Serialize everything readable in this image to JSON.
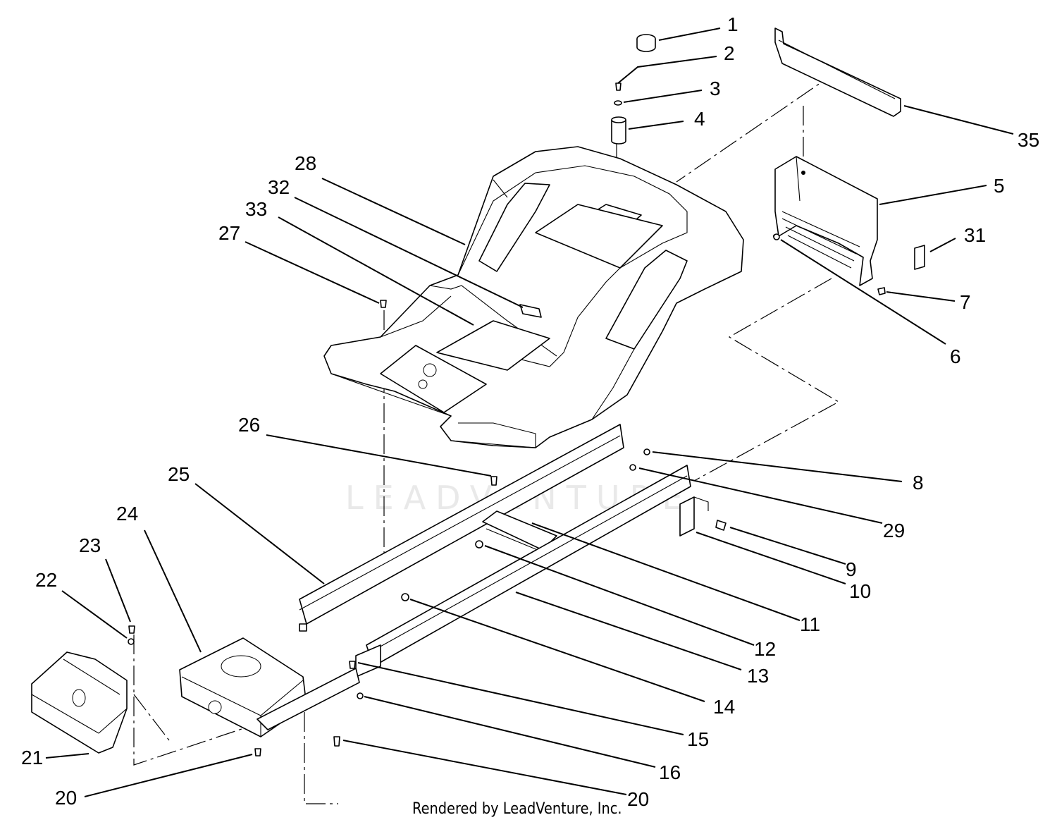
{
  "watermark": "LEADVENTURE",
  "footer": "Rendered by LeadVenture, Inc.",
  "callouts": [
    {
      "id": "c1",
      "text": "1"
    },
    {
      "id": "c2",
      "text": "2"
    },
    {
      "id": "c3",
      "text": "3"
    },
    {
      "id": "c4",
      "text": "4"
    },
    {
      "id": "c35",
      "text": "35"
    },
    {
      "id": "c5",
      "text": "5"
    },
    {
      "id": "c31",
      "text": "31"
    },
    {
      "id": "c7",
      "text": "7"
    },
    {
      "id": "c6",
      "text": "6"
    },
    {
      "id": "c28",
      "text": "28"
    },
    {
      "id": "c32",
      "text": "32"
    },
    {
      "id": "c33",
      "text": "33"
    },
    {
      "id": "c27",
      "text": "27"
    },
    {
      "id": "c26",
      "text": "26"
    },
    {
      "id": "c25",
      "text": "25"
    },
    {
      "id": "c24",
      "text": "24"
    },
    {
      "id": "c23",
      "text": "23"
    },
    {
      "id": "c22",
      "text": "22"
    },
    {
      "id": "c21",
      "text": "21"
    },
    {
      "id": "c20a",
      "text": "20"
    },
    {
      "id": "c20b",
      "text": "20"
    },
    {
      "id": "c8",
      "text": "8"
    },
    {
      "id": "c29",
      "text": "29"
    },
    {
      "id": "c9",
      "text": "9"
    },
    {
      "id": "c10",
      "text": "10"
    },
    {
      "id": "c11",
      "text": "11"
    },
    {
      "id": "c12",
      "text": "12"
    },
    {
      "id": "c13",
      "text": "13"
    },
    {
      "id": "c14",
      "text": "14"
    },
    {
      "id": "c15",
      "text": "15"
    },
    {
      "id": "c16",
      "text": "16"
    }
  ]
}
